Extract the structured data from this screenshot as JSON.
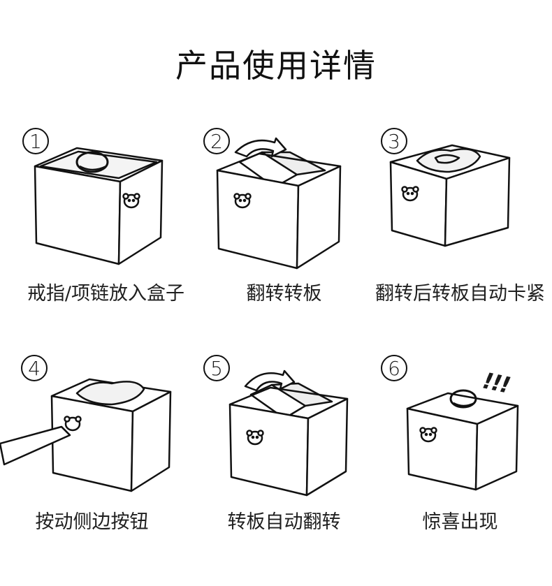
{
  "title": "产品使用详情",
  "steps": [
    {
      "number": "1",
      "caption": "戒指/项链放入盒子"
    },
    {
      "number": "2",
      "caption": "翻转转板"
    },
    {
      "number": "3",
      "caption": "翻转后转板自动卡紧"
    },
    {
      "number": "4",
      "caption": "按动侧边按钮"
    },
    {
      "number": "5",
      "caption": "转板自动翻转"
    },
    {
      "number": "6",
      "caption": "惊喜出现"
    }
  ],
  "surprise_marks": "!!!"
}
